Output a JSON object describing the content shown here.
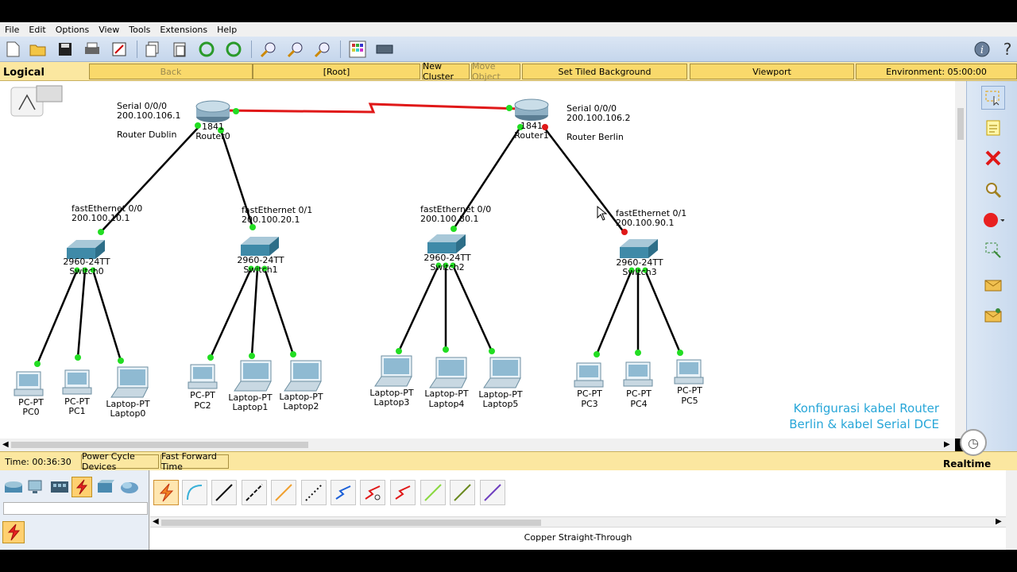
{
  "menu": [
    "File",
    "Edit",
    "Options",
    "View",
    "Tools",
    "Extensions",
    "Help"
  ],
  "nav": {
    "logical": "Logical",
    "back": "Back",
    "root": "[Root]",
    "new_cluster": "New Cluster",
    "move_object": "Move Object",
    "set_tiled_background": "Set Tiled Background",
    "viewport": "Viewport",
    "environment": "Environment: 05:00:00"
  },
  "routers": [
    {
      "model": "1841",
      "name": "Router0"
    },
    {
      "model": "1841",
      "name": "Router1"
    }
  ],
  "router_labels": {
    "dublin": {
      "iface": "Serial 0/0/0",
      "ip": "200.100.106.1",
      "desc": "Router Dublin"
    },
    "berlin": {
      "iface": "Serial 0/0/0",
      "ip": "200.100.106.2",
      "desc": "Router Berlin"
    }
  },
  "link_labels": [
    {
      "iface": "fastEthernet 0/0",
      "ip": "200.100.10.1"
    },
    {
      "iface": "fastEthernet 0/1",
      "ip": "200.100.20.1"
    },
    {
      "iface": "fastEthernet 0/0",
      "ip": "200.100.80.1"
    },
    {
      "iface": "fastEthernet 0/1",
      "ip": "200.100.90.1"
    }
  ],
  "switches": [
    {
      "model": "2960-24TT",
      "name": "Switch0"
    },
    {
      "model": "2960-24TT",
      "name": "Switch1"
    },
    {
      "model": "2960-24TT",
      "name": "Switch2"
    },
    {
      "model": "2960-24TT",
      "name": "Switch3"
    }
  ],
  "hosts": [
    {
      "type": "PC-PT",
      "name": "PC0"
    },
    {
      "type": "PC-PT",
      "name": "PC1"
    },
    {
      "type": "Laptop-PT",
      "name": "Laptop0"
    },
    {
      "type": "PC-PT",
      "name": "PC2"
    },
    {
      "type": "Laptop-PT",
      "name": "Laptop1"
    },
    {
      "type": "Laptop-PT",
      "name": "Laptop2"
    },
    {
      "type": "Laptop-PT",
      "name": "Laptop3"
    },
    {
      "type": "Laptop-PT",
      "name": "Laptop4"
    },
    {
      "type": "Laptop-PT",
      "name": "Laptop5"
    },
    {
      "type": "PC-PT",
      "name": "PC3"
    },
    {
      "type": "PC-PT",
      "name": "PC4"
    },
    {
      "type": "PC-PT",
      "name": "PC5"
    }
  ],
  "annotation": {
    "line1": "Konfigurasi kabel Router",
    "line2": "Berlin & kabel Serial DCE"
  },
  "status": {
    "time": "Time: 00:36:30",
    "power_cycle": "Power Cycle Devices",
    "fast_forward": "Fast Forward Time",
    "mode": "Realtime"
  },
  "connection": {
    "selected_name": "Copper Straight-Through"
  },
  "colors": {
    "serial_link": "#e01818",
    "link_up": "#22dd22",
    "link_down": "#e01818",
    "annotation": "#27a6d8",
    "nav_bar": "#fbe7a0"
  }
}
